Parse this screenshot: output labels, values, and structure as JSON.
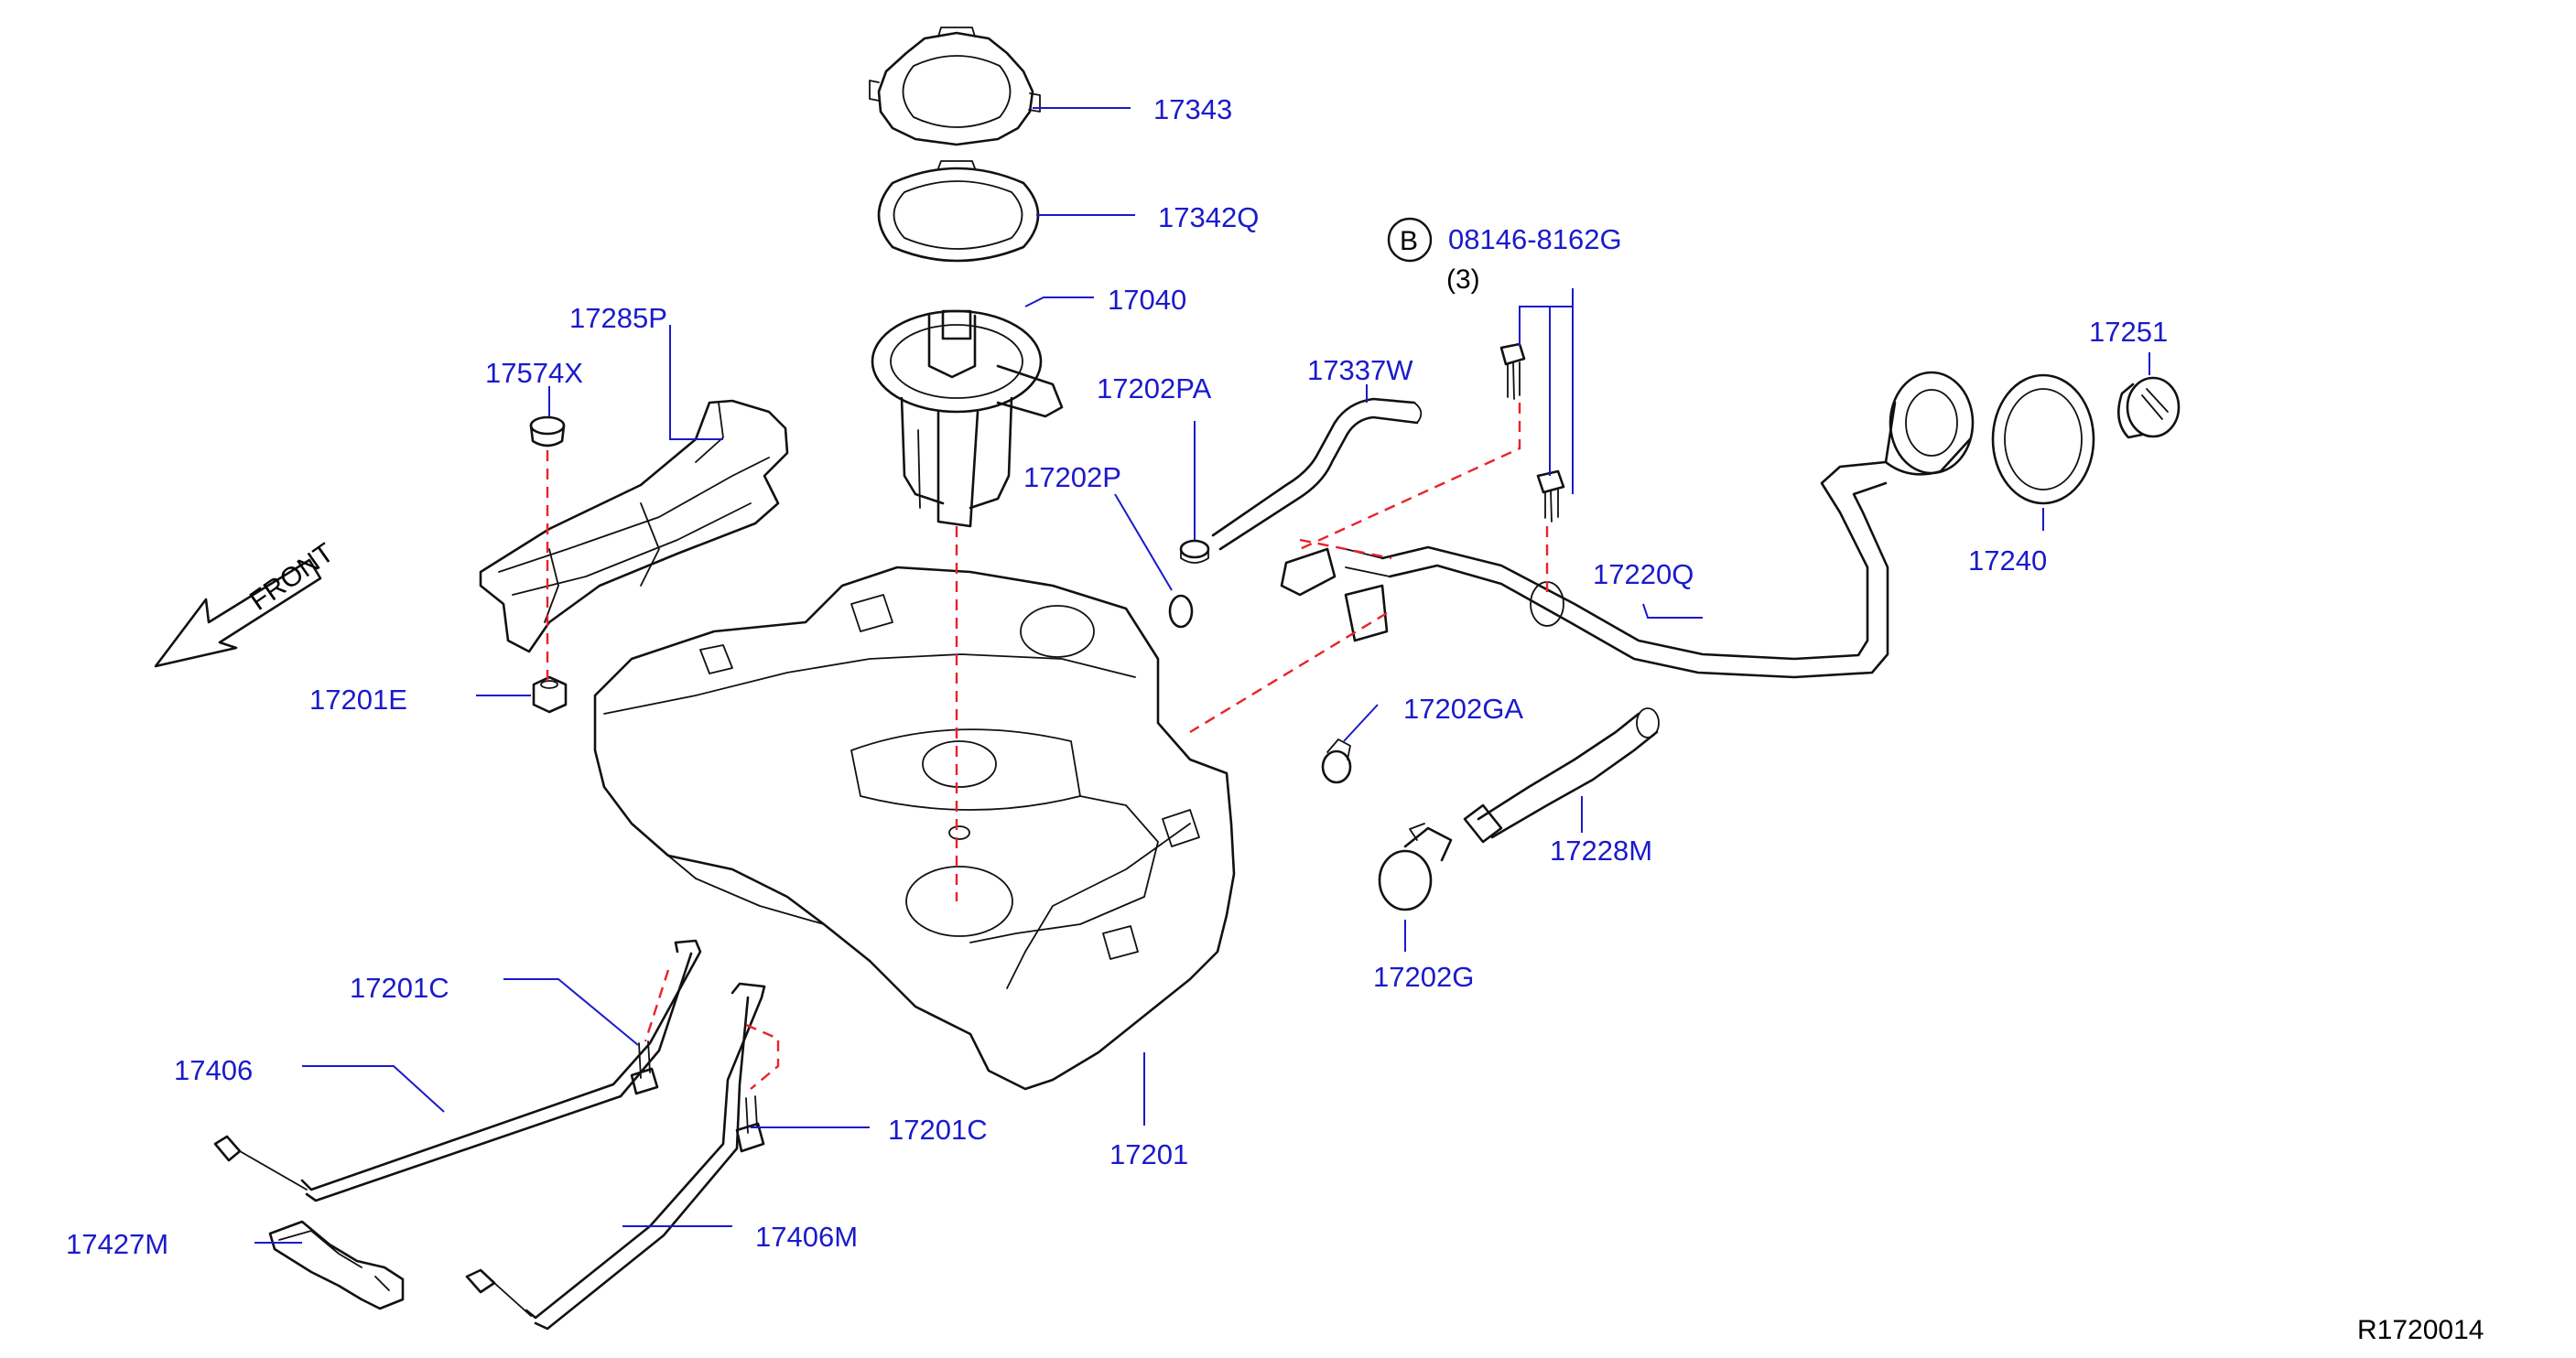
{
  "diagram_id": "R1720014",
  "front_label": "FRONT",
  "bolt_spec": {
    "circle_letter": "B",
    "part_number": "08146-8162G",
    "quantity": "(3)"
  },
  "callouts": {
    "c17343": "17343",
    "c17342Q": "17342Q",
    "c17040": "17040",
    "c17285P": "17285P",
    "c17574X": "17574X",
    "c17202PA": "17202PA",
    "c17337W": "17337W",
    "c17202P": "17202P",
    "c17251": "17251",
    "c17240": "17240",
    "c17220Q": "17220Q",
    "c17201E": "17201E",
    "c17202GA": "17202GA",
    "c17228M": "17228M",
    "c17202G": "17202G",
    "c17201C_left": "17201C",
    "c17406": "17406",
    "c17201C_right": "17201C",
    "c17201": "17201",
    "c17427M": "17427M",
    "c17406M": "17406M"
  },
  "colors": {
    "label": "#1a1acc",
    "line": "#111111",
    "dashed": "#e8222a"
  }
}
